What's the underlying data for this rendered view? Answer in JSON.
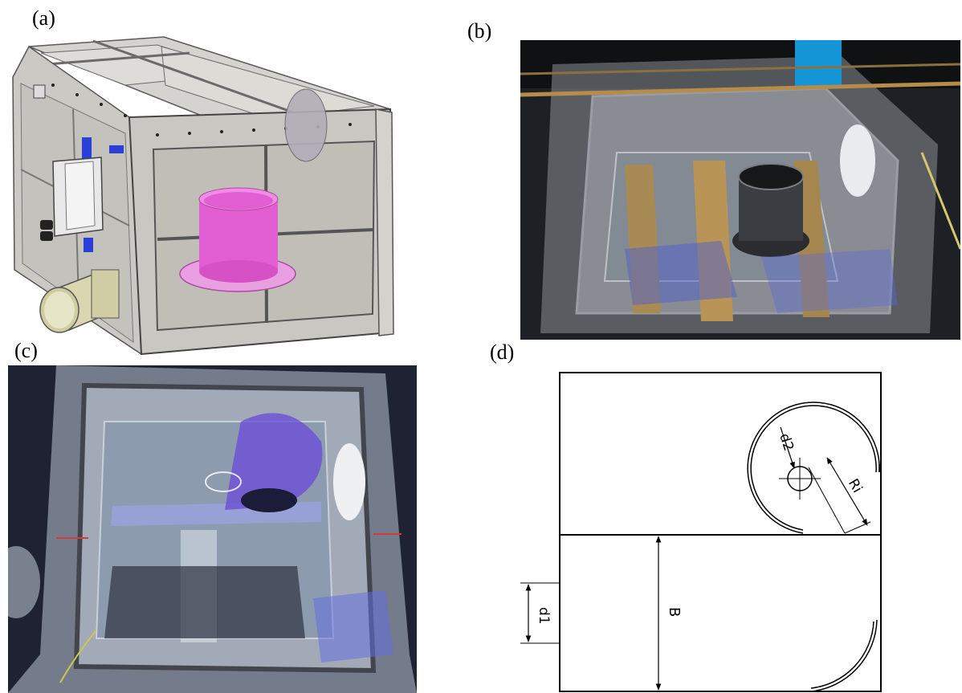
{
  "labels": {
    "a": "(a)",
    "b": "(b)",
    "c": "(c)",
    "d": "(d)"
  },
  "schematic": {
    "d2": "d2",
    "Ri": "Ri",
    "B": "B",
    "d1": "d1"
  },
  "colors": {
    "cylinder": "#e25fd3",
    "fittings": "#2a3fd8",
    "pipe": "#d9d6b0",
    "acrylic": "#c9c6c0"
  }
}
